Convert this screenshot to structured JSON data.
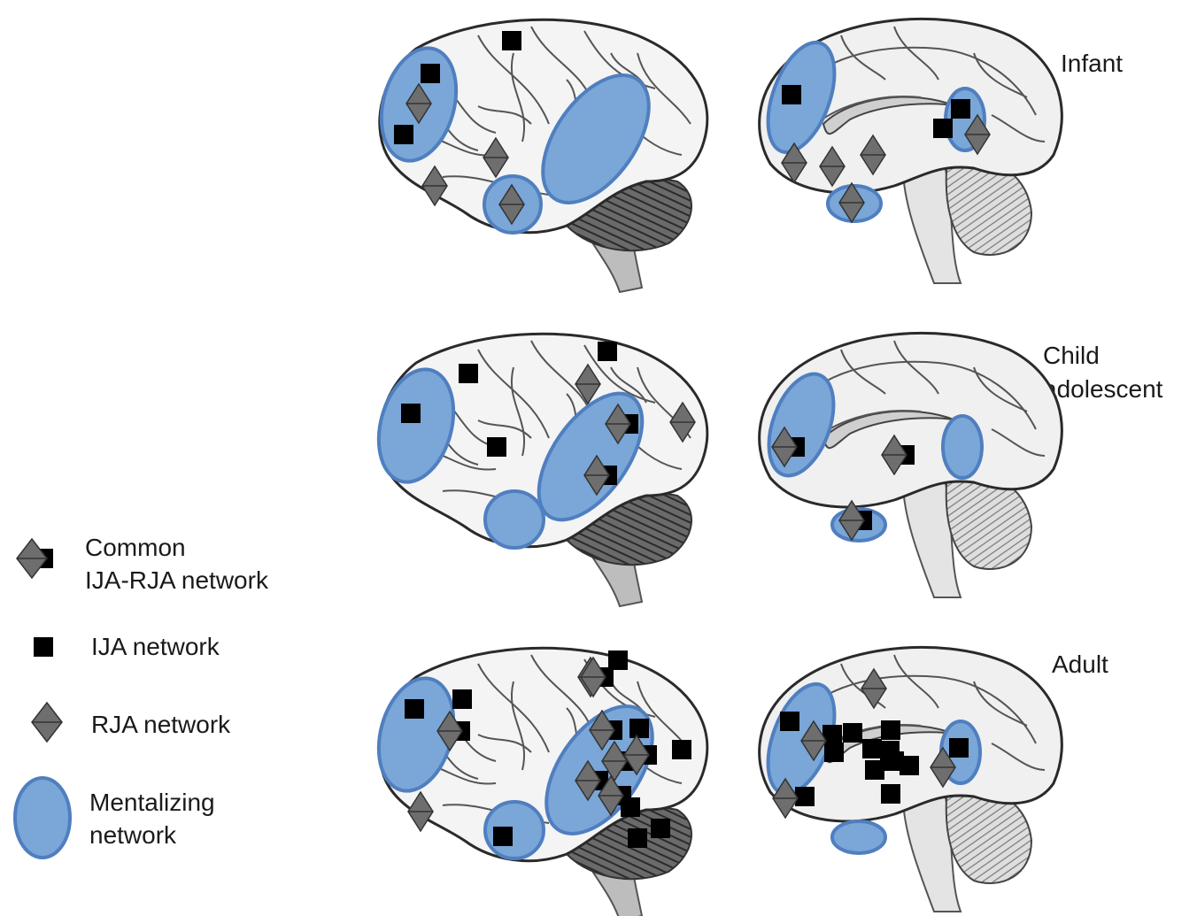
{
  "stages": [
    {
      "label_lines": [
        "Infant"
      ]
    },
    {
      "label_lines": [
        "Child",
        "adolescent"
      ]
    },
    {
      "label_lines": [
        "Adult"
      ]
    }
  ],
  "legend": {
    "common": [
      "Common",
      "IJA-RJA network"
    ],
    "ija": "IJA network",
    "rja": "RJA network",
    "mentalizing": [
      "Mentalizing",
      "network"
    ]
  },
  "colors": {
    "mentalizing_fill": "#7aa6d8",
    "mentalizing_stroke": "#4f7fbf",
    "ija_square": "#000000",
    "rja_diamond": "#6e6e6e",
    "brain_fill": "#f4f4f4",
    "brain_line": "#2a2a2a",
    "cerebellum": "#555555",
    "brainstem": "#bdbdbd"
  }
}
